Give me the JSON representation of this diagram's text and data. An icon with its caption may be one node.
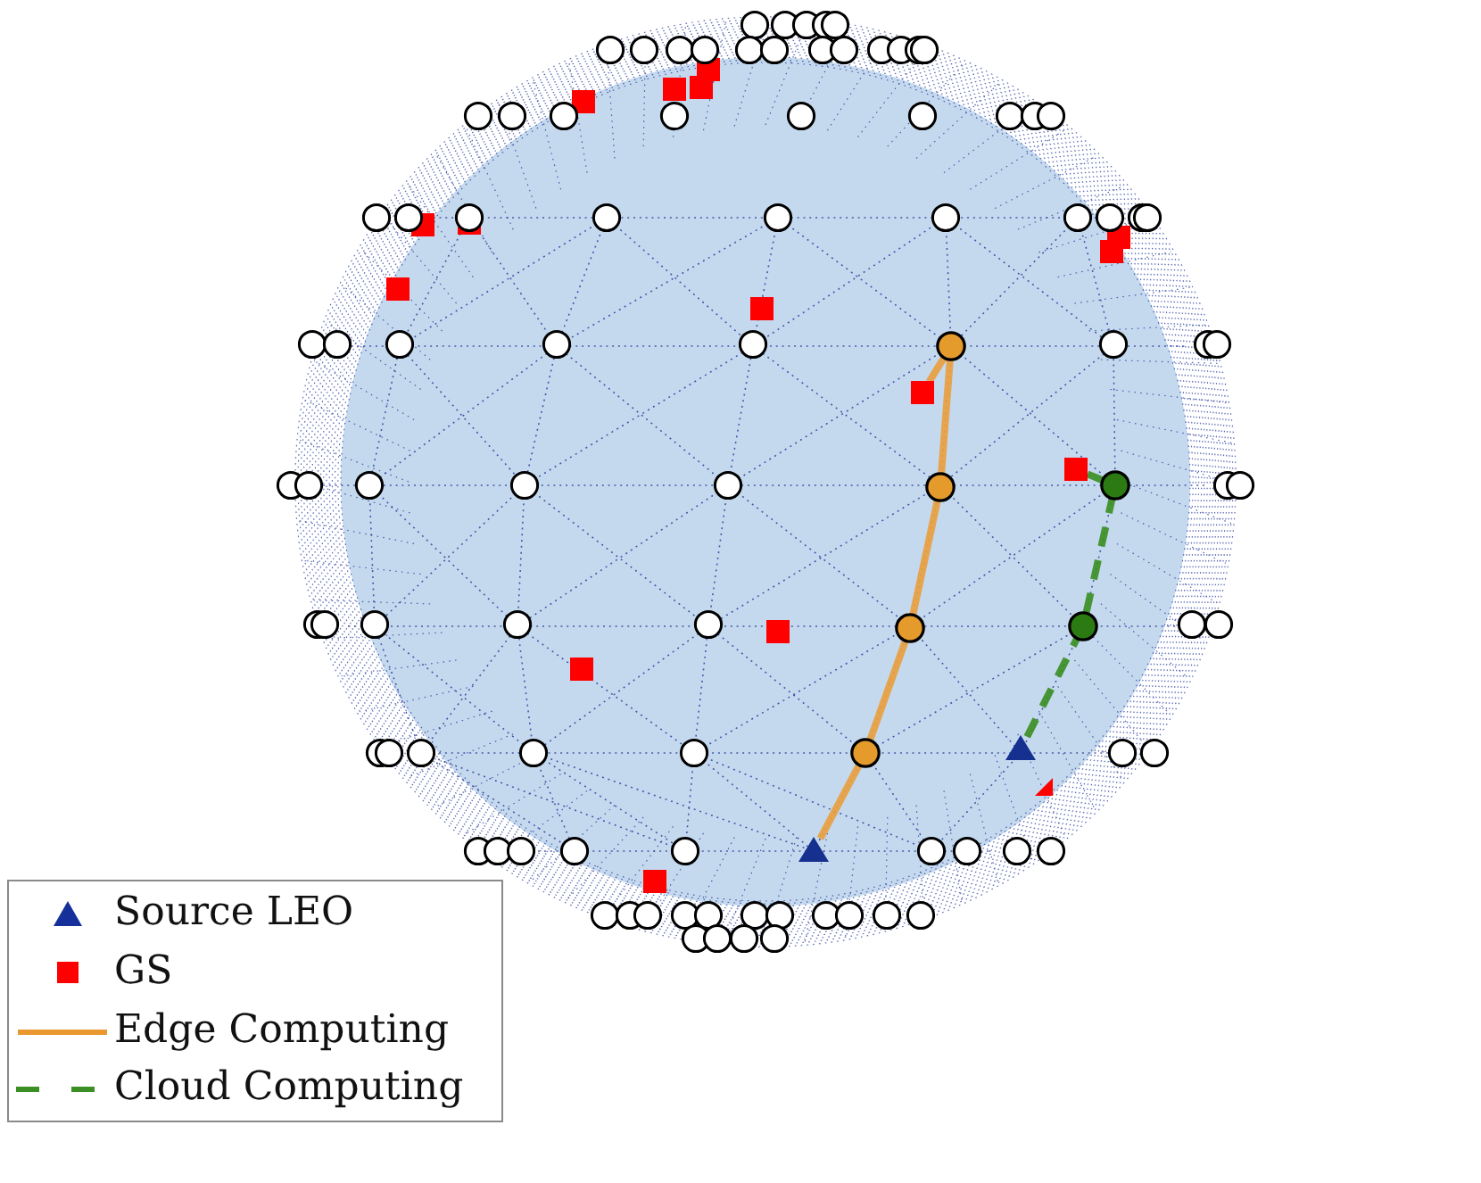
{
  "diagram": {
    "nodes": [
      {
        "text": [],
        "shape": "triangle"
      },
      {
        "text": [],
        "shape": "circle"
      },
      {
        "text": [],
        "shape": "circle"
      },
      {
        "text": [],
        "shape": "circle"
      },
      {
        "text": [],
        "shape": "circle"
      },
      {
        "text": [],
        "shape": "square"
      },
      {
        "text": [],
        "shape": "triangle"
      },
      {
        "text": [],
        "shape": "circle"
      },
      {
        "text": [],
        "shape": "circle"
      },
      {
        "text": [],
        "shape": "square"
      }
    ],
    "edges": [
      {
        "from": 0,
        "to": 1,
        "arrow": "none"
      },
      {
        "from": 1,
        "to": 2,
        "arrow": "none"
      },
      {
        "from": 2,
        "to": 3,
        "arrow": "none"
      },
      {
        "from": 3,
        "to": 4,
        "arrow": "none"
      },
      {
        "from": 4,
        "to": 5,
        "arrow": "none"
      },
      {
        "from": 6,
        "to": 7,
        "arrow": "none",
        "style": "dashed",
        "color": "#3c8f24"
      },
      {
        "from": 7,
        "to": 8,
        "arrow": "none",
        "style": "dashed",
        "color": "#3c8f24"
      },
      {
        "from": 8,
        "to": 9,
        "arrow": "none",
        "style": "dashed",
        "color": "#3c8f24"
      }
    ],
    "legend": [
      {
        "text": "Source LEO"
      },
      {
        "text": "GS"
      },
      {
        "text": "Edge Computing"
      },
      {
        "text": "Cloud Computing"
      }
    ]
  }
}
